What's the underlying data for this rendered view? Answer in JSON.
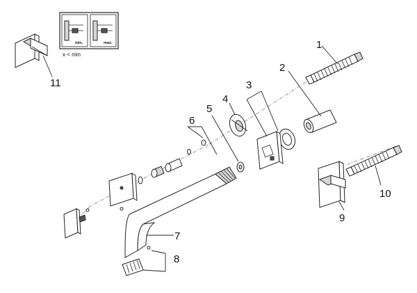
{
  "inset": {
    "panel_min_label": "min.",
    "panel_max_label": "max.",
    "caption": "x < min"
  },
  "callouts": [
    {
      "id": "1",
      "label": "1"
    },
    {
      "id": "2",
      "label": "2"
    },
    {
      "id": "3",
      "label": "3"
    },
    {
      "id": "4",
      "label": "4"
    },
    {
      "id": "5",
      "label": "5"
    },
    {
      "id": "6",
      "label": "6"
    },
    {
      "id": "7",
      "label": "7"
    },
    {
      "id": "8",
      "label": "8"
    },
    {
      "id": "9",
      "label": "9"
    },
    {
      "id": "10",
      "label": "10"
    },
    {
      "id": "11",
      "label": "11"
    }
  ],
  "colors": {
    "line": "#222222",
    "shade": "#d6d6d6",
    "background": "#ffffff"
  }
}
